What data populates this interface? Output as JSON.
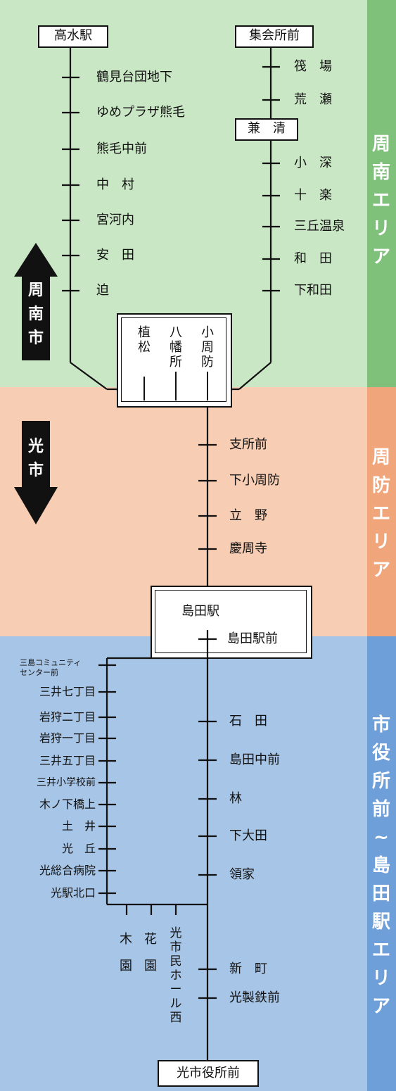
{
  "zones": [
    {
      "name": "周南エリア",
      "color": "#c9e7c4",
      "side_color": "#7fc07a"
    },
    {
      "name": "周防エリア",
      "color": "#f7cdb4",
      "side_color": "#f0a57a"
    },
    {
      "name": "市役所前~島田駅エリア",
      "color": "#a7c5e6",
      "side_color": "#6f9fd8"
    }
  ],
  "side_labels": {
    "shunan": [
      "周",
      "南",
      "エ",
      "リ",
      "ア"
    ],
    "suo": [
      "周",
      "防",
      "エ",
      "リ",
      "ア"
    ],
    "city": [
      "市",
      "役",
      "所",
      "前",
      "~",
      "島",
      "田",
      "駅",
      "エ",
      "リ",
      "ア"
    ]
  },
  "arrows": {
    "shunan_city": [
      "周",
      "南",
      "市"
    ],
    "hikari_city": [
      "光",
      "市"
    ]
  },
  "terminals": {
    "takamizu": "高水駅",
    "shukaisho": "集会所前",
    "kensei": "兼　清",
    "shimada_eki": "島田駅",
    "shiyakusho": "光市役所前"
  },
  "left_line": [
    "鶴見台団地下",
    "ゆめプラザ熊毛",
    "熊毛中前",
    "中　村",
    "宮河内",
    "安　田",
    "迫"
  ],
  "right_line_upper": [
    "筏　場",
    "荒　瀬"
  ],
  "right_line_lower": [
    "小　深",
    "十　楽",
    "三丘温泉",
    "和　田",
    "下和田"
  ],
  "hub_stops": [
    "植松",
    "八幡所",
    "小周防"
  ],
  "suo_line": [
    "支所前",
    "下小周防",
    "立　野",
    "慶周寺"
  ],
  "shimada_eki_mae": "島田駅前",
  "main_line_blue": [
    "石　田",
    "島田中前",
    "林",
    "下大田",
    "領家",
    "新　町",
    "光製鉄前"
  ],
  "loop_stops": [
    "三島コミュニティ",
    "センター前",
    "三井七丁目",
    "岩狩二丁目",
    "岩狩一丁目",
    "三井五丁目",
    "三井小学校前",
    "木ノ下橋上",
    "土　井",
    "光　丘",
    "光総合病院",
    "光駅北口"
  ],
  "bottom_stops": [
    "木園",
    "花園",
    "光市民ホール西"
  ]
}
